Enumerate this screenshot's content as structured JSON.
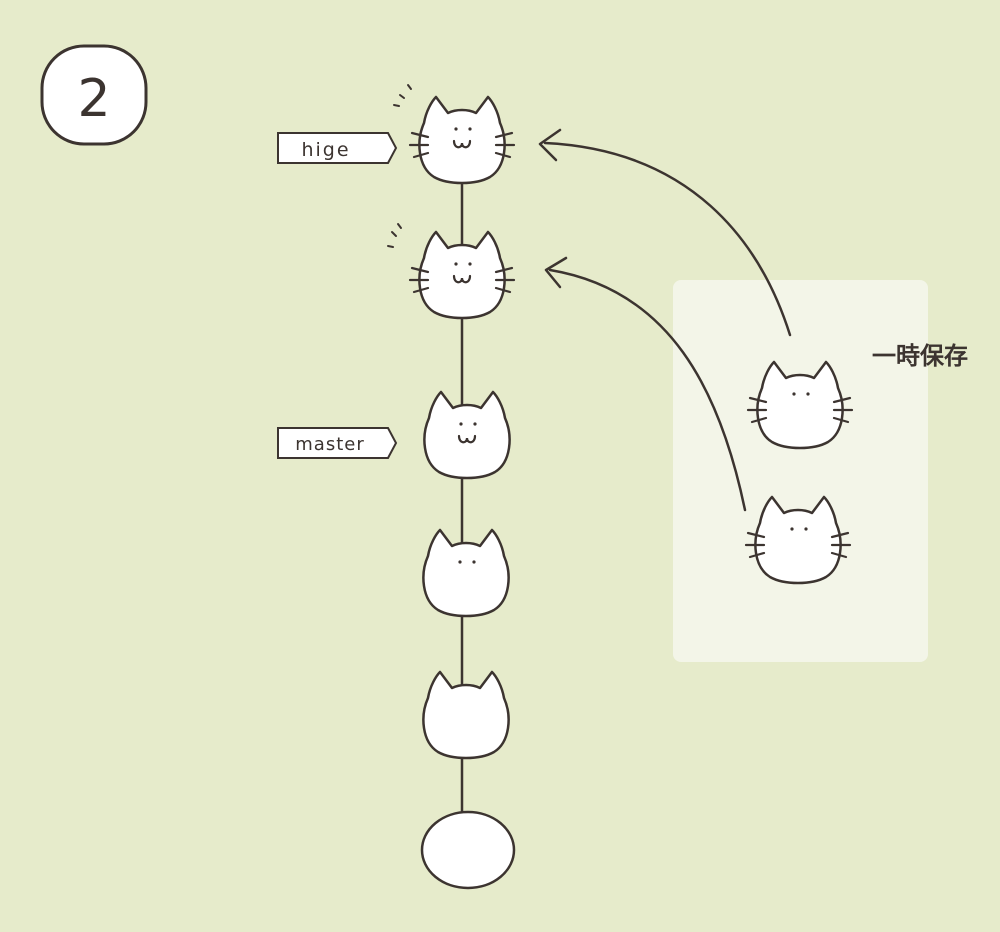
{
  "step_number": "2",
  "branch_labels": {
    "hige": "hige",
    "master": "master"
  },
  "stash_label": "一時保存",
  "colors": {
    "background": "#e6ebcb",
    "stroke": "#3c3430",
    "cat_fill": "#ffffff",
    "stash_panel": "#f3f5e8"
  },
  "commits": [
    {
      "id": "c1",
      "whiskers": true,
      "face": true,
      "ears": true,
      "new": true
    },
    {
      "id": "c2",
      "whiskers": true,
      "face": true,
      "ears": true,
      "new": true
    },
    {
      "id": "c3",
      "whiskers": false,
      "face": true,
      "ears": true,
      "new": false
    },
    {
      "id": "c4",
      "whiskers": false,
      "face": "eyes",
      "ears": true,
      "new": false
    },
    {
      "id": "c5",
      "whiskers": false,
      "face": false,
      "ears": true,
      "new": false
    },
    {
      "id": "c6",
      "whiskers": false,
      "face": false,
      "ears": false,
      "new": false
    }
  ],
  "stash_entries": [
    {
      "id": "s1",
      "whiskers": true,
      "face": "eyes"
    },
    {
      "id": "s2",
      "whiskers": true,
      "face": "eyes"
    }
  ]
}
